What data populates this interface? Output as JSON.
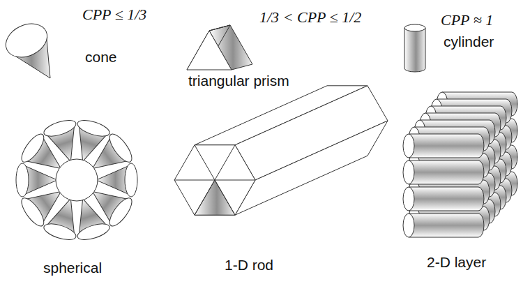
{
  "diagram": {
    "labels": [
      "CPP ≤ 1/3",
      "cone",
      "1/3 < CPP ≤ 1/2",
      "triangular prism",
      "CPP ≈ 1",
      "cylinder",
      "spherical",
      "1-D rod",
      "2-D layer"
    ]
  }
}
